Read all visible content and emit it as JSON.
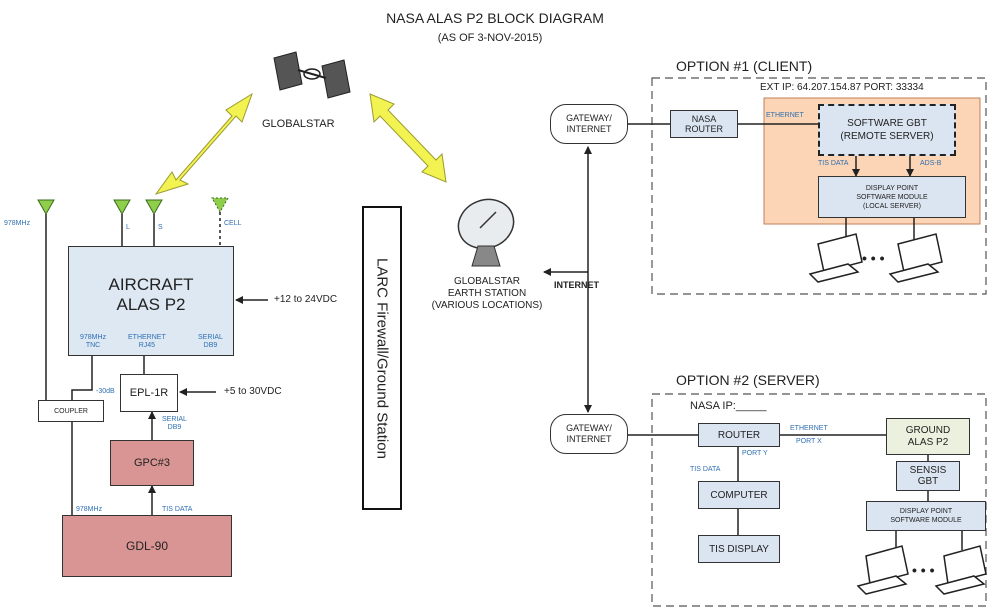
{
  "title": "NASA ALAS P2 BLOCK DIAGRAM",
  "subtitle": "(AS OF 3-NOV-2015)",
  "globalstar_label": "GLOBALSTAR",
  "earth_station": {
    "line1": "GLOBALSTAR",
    "line2": "EARTH STATION",
    "line3": "(VARIOUS LOCATIONS)"
  },
  "internet_label": "INTERNET",
  "firewall_label": "LARC Firewall/Ground Station",
  "aircraft": {
    "title_line1": "AIRCRAFT",
    "title_line2": "ALAS P2",
    "antenna_978": "978MHz",
    "antenna_l": "L",
    "antenna_s": "S",
    "antenna_cell": "CELL",
    "port_978_line1": "978MHz",
    "port_978_line2": "TNC",
    "port_eth_line1": "ETHERNET",
    "port_eth_line2": "RJ45",
    "port_serial_line1": "SERIAL",
    "port_serial_line2": "DB9",
    "power": "+12 to 24VDC"
  },
  "epl": {
    "label": "EPL-1R",
    "power": "+5 to 30VDC",
    "serial_line1": "SERIAL",
    "serial_line2": "DB9"
  },
  "coupler": {
    "label": "COUPLER",
    "attenuation": "-30dB"
  },
  "gpc": {
    "label": "GPC#3"
  },
  "gdl": {
    "label": "GDL-90",
    "freq": "978MHz",
    "tis": "TIS DATA"
  },
  "option1": {
    "title": "OPTION #1  (CLIENT)",
    "ext_ip": "EXT IP:  64.207.154.87  PORT: 33334",
    "gateway_line1": "GATEWAY/",
    "gateway_line2": "INTERNET",
    "router_line1": "NASA",
    "router_line2": "ROUTER",
    "ethernet": "ETHERNET",
    "gbt_line1": "SOFTWARE GBT",
    "gbt_line2": "(REMOTE SERVER)",
    "tis_data": "TIS DATA",
    "ads_b": "ADS-B",
    "dp_line1": "DISPLAY POINT",
    "dp_line2": "SOFTWARE MODULE",
    "dp_line3": "(LOCAL SERVER)",
    "dots": "• • •"
  },
  "option2": {
    "title": "OPTION #2  (SERVER)",
    "nasa_ip": "NASA IP:_____",
    "gateway_line1": "GATEWAY/",
    "gateway_line2": "INTERNET",
    "router": "ROUTER",
    "ethernet": "ETHERNET",
    "port_x": "PORT X",
    "port_y": "PORT Y",
    "tis_data": "TIS DATA",
    "computer": "COMPUTER",
    "tis_display": "TIS DISPLAY",
    "ground_line1": "GROUND",
    "ground_line2": "ALAS P2",
    "sensis_line1": "SENSIS",
    "sensis_line2": "GBT",
    "dp_line1": "DISPLAY POINT",
    "dp_line2": "SOFTWARE MODULE",
    "dots": "• • •"
  },
  "colors": {
    "antenna": "#8fce4a",
    "arrow_yellow": "#f2f250",
    "aircraft_fill": "#dde8f3",
    "red_fill": "#d99594",
    "orange_fill": "#fbd5b5",
    "blue_fill": "#dbe5f1",
    "ground_fill": "#ebf1de",
    "label_blue": "#2f6fb2"
  }
}
